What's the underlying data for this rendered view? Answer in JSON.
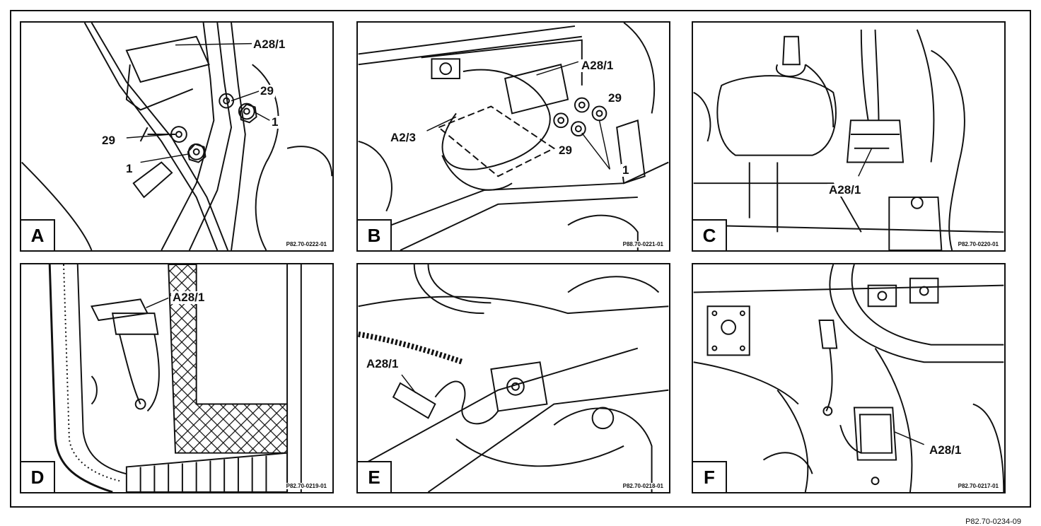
{
  "figure_code": "P82.70-0234-09",
  "panels": [
    {
      "letter": "A",
      "code": "P82.70-0222-01",
      "labels": [
        "A28/1",
        "29",
        "1",
        "29",
        "1"
      ]
    },
    {
      "letter": "B",
      "code": "P88.70-0221-01",
      "labels": [
        "A28/1",
        "29",
        "A2/3",
        "29",
        "1"
      ]
    },
    {
      "letter": "C",
      "code": "P82.70-0220-01",
      "labels": [
        "A28/1"
      ]
    },
    {
      "letter": "D",
      "code": "P82.70-0219-01",
      "labels": [
        "A28/1"
      ]
    },
    {
      "letter": "E",
      "code": "P82.70-0218-01",
      "labels": [
        "A28/1"
      ]
    },
    {
      "letter": "F",
      "code": "P82.70-0217-01",
      "labels": [
        "A28/1"
      ]
    }
  ]
}
